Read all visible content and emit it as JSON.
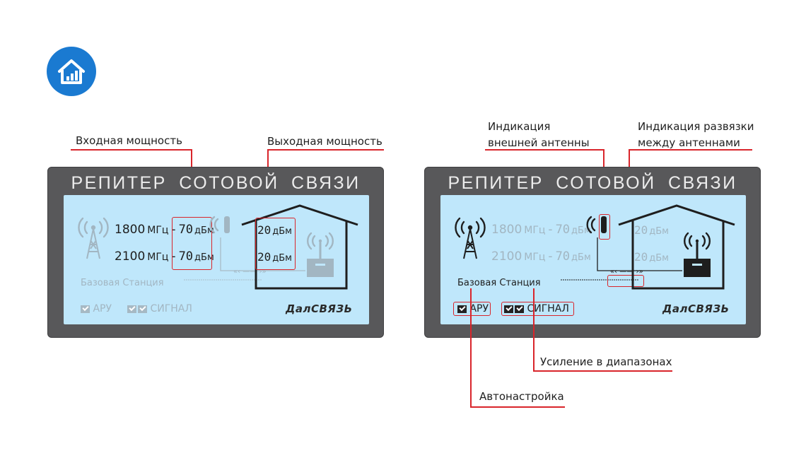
{
  "left": {
    "title": "РЕПИТЕР СОТОВОЙ СВЯЗИ",
    "callouts": {
      "input_power": "Входная мощность",
      "output_power": "Выходная мощность"
    },
    "bands": [
      {
        "freq": "1800",
        "unit": "МГц",
        "dash": "-",
        "level": "70",
        "level_unit": "дБм"
      },
      {
        "freq": "2100",
        "unit": "МГц",
        "dash": "-",
        "level": "70",
        "level_unit": "дБм"
      }
    ],
    "outputs": [
      {
        "level": "20",
        "unit": "дБм"
      },
      {
        "level": "20",
        "unit": "дБм"
      }
    ],
    "base_station": "Базовая Станция",
    "aru": "АРУ",
    "signal": "СИГНАЛ",
    "brand": "ДалСВЯЗЬ"
  },
  "right": {
    "title": "РЕПИТЕР СОТОВОЙ СВЯЗИ",
    "callouts": {
      "ext_antenna_1": "Индикация",
      "ext_antenna_2": "внешней антенны",
      "isolation_1": "Индикация развязки",
      "isolation_2": "между антеннами",
      "band_gain": "Усиление в диапазонах",
      "auto_tune": "Автонастройка"
    },
    "bands": [
      {
        "freq": "1800",
        "unit": "МГц",
        "dash": "-",
        "level": "70",
        "level_unit": "дБм"
      },
      {
        "freq": "2100",
        "unit": "МГц",
        "dash": "-",
        "level": "70",
        "level_unit": "дБм"
      }
    ],
    "outputs": [
      {
        "level": "20",
        "unit": "дБм"
      },
      {
        "level": "20",
        "unit": "дБм"
      }
    ],
    "base_station": "Базовая Станция",
    "aru": "АРУ",
    "signal": "СИГНАЛ",
    "brand": "ДалСВЯЗЬ"
  },
  "colors": {
    "accent_red": "#d9252b",
    "logo_blue": "#1a7ad1",
    "lcd": "#bfe7fb",
    "panel": "#58585a"
  },
  "icons": [
    "home-chart-icon",
    "cell-tower-icon",
    "external-antenna-icon",
    "house-icon",
    "router-icon",
    "signal-waves-icon",
    "checkbox-icon"
  ]
}
